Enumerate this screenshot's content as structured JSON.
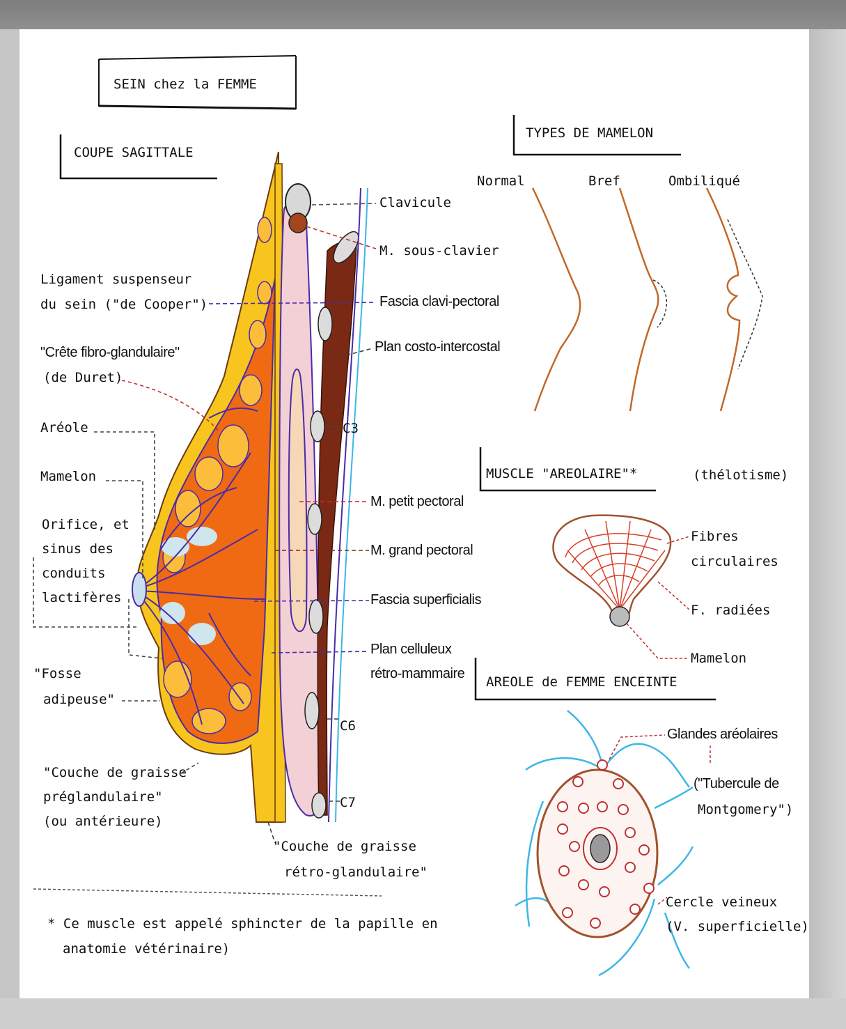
{
  "headings": {
    "main_title": "SEIN chez la FEMME",
    "coupe": "COUPE SAGITTALE",
    "types": "TYPES DE MAMELON",
    "muscle": "MUSCLE \"AREOLAIRE\"*",
    "muscle_note": "(thélotisme)",
    "areole": "AREOLE de FEMME ENCEINTE"
  },
  "left_labels": {
    "ligament_1": "Ligament suspenseur",
    "ligament_2": "du sein (\"de Cooper\")",
    "crete_1": "\"Crête fibro-glandulaire\"",
    "crete_2": "(de Duret)",
    "areole": "Aréole",
    "mamelon": "Mamelon",
    "orifice_1": "Orifice, et",
    "orifice_2": "sinus des",
    "orifice_3": "conduits",
    "orifice_4": "lactifères",
    "fosse_1": "\"Fosse",
    "fosse_2": "adipeuse\"",
    "couche_1": "\"Couche de graisse",
    "couche_2": "préglandulaire\"",
    "couche_3": "(ou antérieure)"
  },
  "right_labels": {
    "clavicule": "Clavicule",
    "sous_clavier": "M. sous-clavier",
    "fascia_clavi": "Fascia clavi-pectoral",
    "plan_costo": "Plan costo-intercostal",
    "c3": "C3",
    "petit_pectoral": "M. petit pectoral",
    "grand_pectoral": "M. grand pectoral",
    "fascia_superficialis": "Fascia superficialis",
    "plan_celluleux_1": "Plan celluleux",
    "plan_celluleux_2": "rétro-mammaire",
    "c6": "C6",
    "c7": "C7",
    "retro_1": "\"Couche de graisse",
    "retro_2": "rétro-glandulaire\""
  },
  "nipple_types": [
    "Normal",
    "Bref",
    "Ombiliqué"
  ],
  "muscle_labels": {
    "fibres_1": "Fibres",
    "fibres_2": "circulaires",
    "radiees": "F. radiées",
    "mamelon": "Mamelon"
  },
  "areole_labels": {
    "glandes": "Glandes aréolaires",
    "tubercule_1": "(\"Tubercule de",
    "tubercule_2": "Montgomery\")",
    "cercle_1": "Cercle veineux",
    "cercle_2": "(V. superficielle)"
  },
  "footnote": {
    "line_1": "* Ce muscle est appelé sphincter de la papille en",
    "line_2": "anatomie vétérinaire)"
  },
  "colors": {
    "fat_yellow": "#f7c51e",
    "gland_orange": "#f06a14",
    "muscle_brown": "#7a2a14",
    "muscle_pink": "#f3cfd6",
    "vein_blue": "#3db7e6",
    "duct_purple": "#4b2ba8",
    "nipple_brown": "#c0692a"
  }
}
